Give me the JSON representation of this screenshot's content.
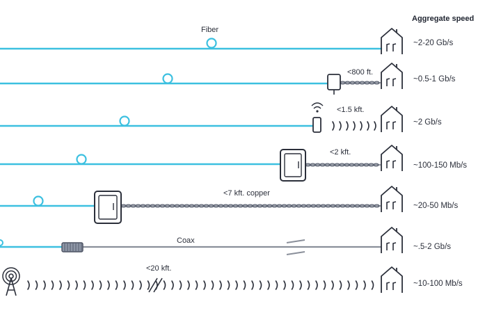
{
  "header": {
    "aggregate_speed": "Aggregate speed"
  },
  "colors": {
    "fiber": "#3cc0e0",
    "copper": "#5a6170",
    "coax": "#8a8f9a",
    "ink": "#2b2f3a"
  },
  "rows": [
    {
      "id": "fttp",
      "speed": "~2-20 Gb/s",
      "distance": "",
      "medium_label": "Fiber"
    },
    {
      "id": "fttdp",
      "speed": "~0.5-1 Gb/s",
      "distance": "<800 ft.",
      "medium_label": ""
    },
    {
      "id": "fwa",
      "speed": "~2 Gb/s",
      "distance": "<1.5 kft.",
      "medium_label": ""
    },
    {
      "id": "fttb",
      "speed": "~100-150 Mb/s",
      "distance": "<2 kft.",
      "medium_label": ""
    },
    {
      "id": "fttn",
      "speed": "~20-50 Mb/s",
      "distance": "<7 kft. copper",
      "medium_label": ""
    },
    {
      "id": "hfc",
      "speed": "~.5-2 Gb/s",
      "distance": "",
      "medium_label": "Coax"
    },
    {
      "id": "wireless",
      "speed": "~10-100 Mb/s",
      "distance": "<20 kft.",
      "medium_label": ""
    }
  ],
  "icons": {
    "house": "house-icon",
    "node": "fiber-node-icon",
    "cabinet": "cabinet-icon",
    "antenna": "antenna-icon",
    "tower": "radio-tower-icon",
    "amplifier": "coax-amplifier-icon"
  }
}
